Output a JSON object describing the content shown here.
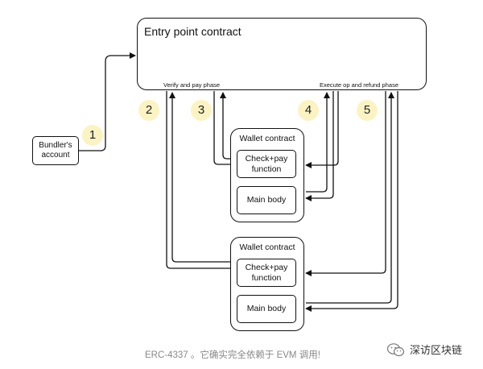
{
  "entry": {
    "title": "Entry point contract",
    "verify_phase": "Verify and pay phase",
    "execute_phase": "Execute op and refund phase"
  },
  "bundler": {
    "line1": "Bundler's",
    "line2": "account"
  },
  "wallets": [
    {
      "title": "Wallet contract",
      "check_line1": "Check+pay",
      "check_line2": "function",
      "body": "Main body"
    },
    {
      "title": "Wallet contract",
      "check_line1": "Check+pay",
      "check_line2": "function",
      "body": "Main body"
    }
  ],
  "steps": [
    "1",
    "2",
    "3",
    "4",
    "5"
  ],
  "caption": "ERC-4337 。它确实完全依赖于 EVM 调用!",
  "watermark": {
    "icon": "wechat-icon",
    "text": "深访区块链"
  },
  "colors": {
    "step_fill": "#fcf3c4",
    "line": "#111111",
    "caption": "#888888"
  }
}
